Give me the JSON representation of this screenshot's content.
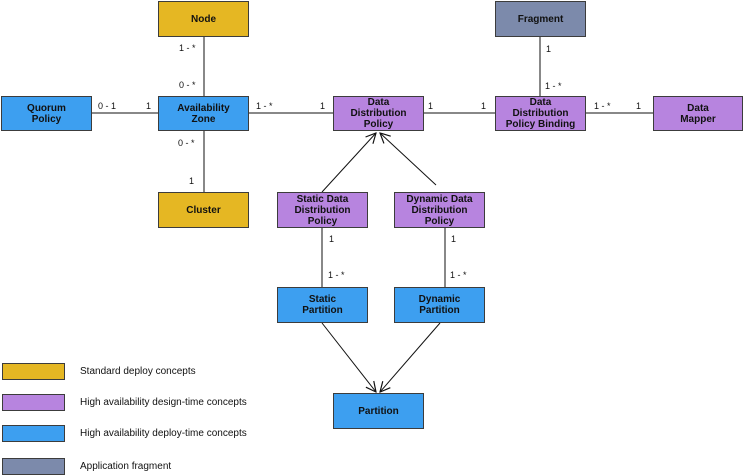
{
  "nodes": {
    "node": "Node",
    "fragment": "Fragment",
    "quorum_policy": "Quorum\nPolicy",
    "availability_zone": "Availability\nZone",
    "data_distribution_policy": "Data\nDistribution\nPolicy",
    "data_distribution_policy_binding": "Data\nDistribution\nPolicy Binding",
    "data_mapper": "Data\nMapper",
    "cluster": "Cluster",
    "static_data_distribution_policy": "Static Data\nDistribution\nPolicy",
    "dynamic_data_distribution_policy": "Dynamic Data\nDistribution\nPolicy",
    "static_partition": "Static\nPartition",
    "dynamic_partition": "Dynamic\nPartition",
    "partition": "Partition"
  },
  "multiplicities": {
    "node_zone_top": "1 - *",
    "node_zone_bottom": "0 - *",
    "quorum_left": "0 - 1",
    "quorum_right": "1",
    "zone_policy_left": "1 - *",
    "zone_policy_right": "1",
    "zone_cluster_top": "0 - *",
    "zone_cluster_bottom": "1",
    "policy_binding_left": "1",
    "policy_binding_right": "1",
    "fragment_binding_top": "1",
    "fragment_binding_bottom": "1 - *",
    "binding_mapper_left": "1 - *",
    "binding_mapper_right": "1",
    "static_top": "1",
    "static_bottom": "1 - *",
    "dynamic_top": "1",
    "dynamic_bottom": "1 - *"
  },
  "legend": [
    {
      "label": "Standard deploy concepts",
      "color": "#e5b723"
    },
    {
      "label": "High availability design-time concepts",
      "color": "#b784df"
    },
    {
      "label": "High availability deploy-time concepts",
      "color": "#3d9ff0"
    },
    {
      "label": "Application fragment",
      "color": "#7c8aab"
    }
  ]
}
